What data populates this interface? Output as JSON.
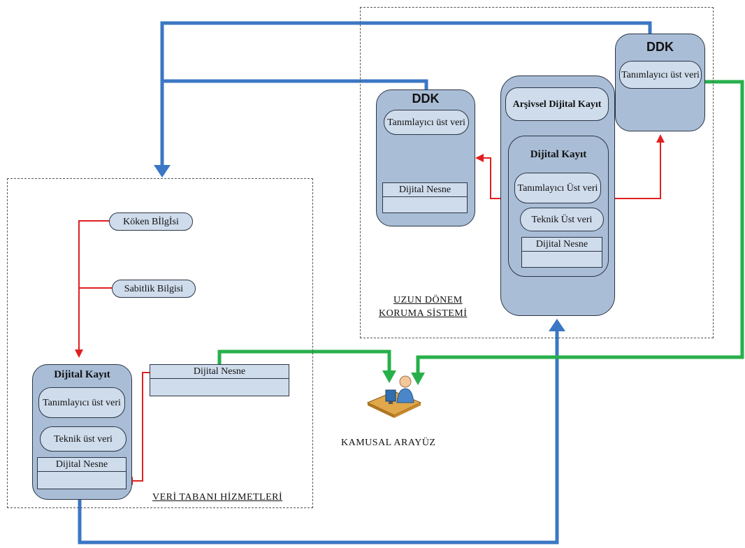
{
  "colors": {
    "blue": "#3b77c4",
    "red": "#e02020",
    "green": "#27b04a",
    "card": "#a9bdd6",
    "pill": "#cfdcec"
  },
  "icons": {
    "user": "user-at-computer-icon"
  },
  "db_services": {
    "caption": "VERİ TABANI HİZMETLERİ",
    "koken": "Köken Bİlgİsi",
    "sabitlik": "Sabitlik Bilgisi",
    "record": {
      "title": "Dijital Kayıt",
      "descriptive": "Tanımlayıcı üst veri",
      "technical": "Teknik üst veri",
      "object": "Dijital Nesne"
    },
    "object_box": "Dijital Nesne"
  },
  "long_term": {
    "caption_line1": "UZUN DÖNEM",
    "caption_line2": "KORUMA SİSTEMİ",
    "ddk_left": {
      "title": "DDK",
      "descriptive": "Tanımlayıcı üst veri",
      "object": "Dijital Nesne"
    },
    "archive": {
      "title": "Arşivsel Dijital Kayıt",
      "inner_title": "Dijital Kayıt",
      "descriptive": "Tanımlayıcı Üst veri",
      "technical": "Teknik Üst veri",
      "object": "Dijital Nesne"
    },
    "ddk_right": {
      "title": "DDK",
      "descriptive": "Tanımlayıcı üst veri"
    }
  },
  "public_interface": {
    "label": "KAMUSAL ARAYÜZ"
  }
}
